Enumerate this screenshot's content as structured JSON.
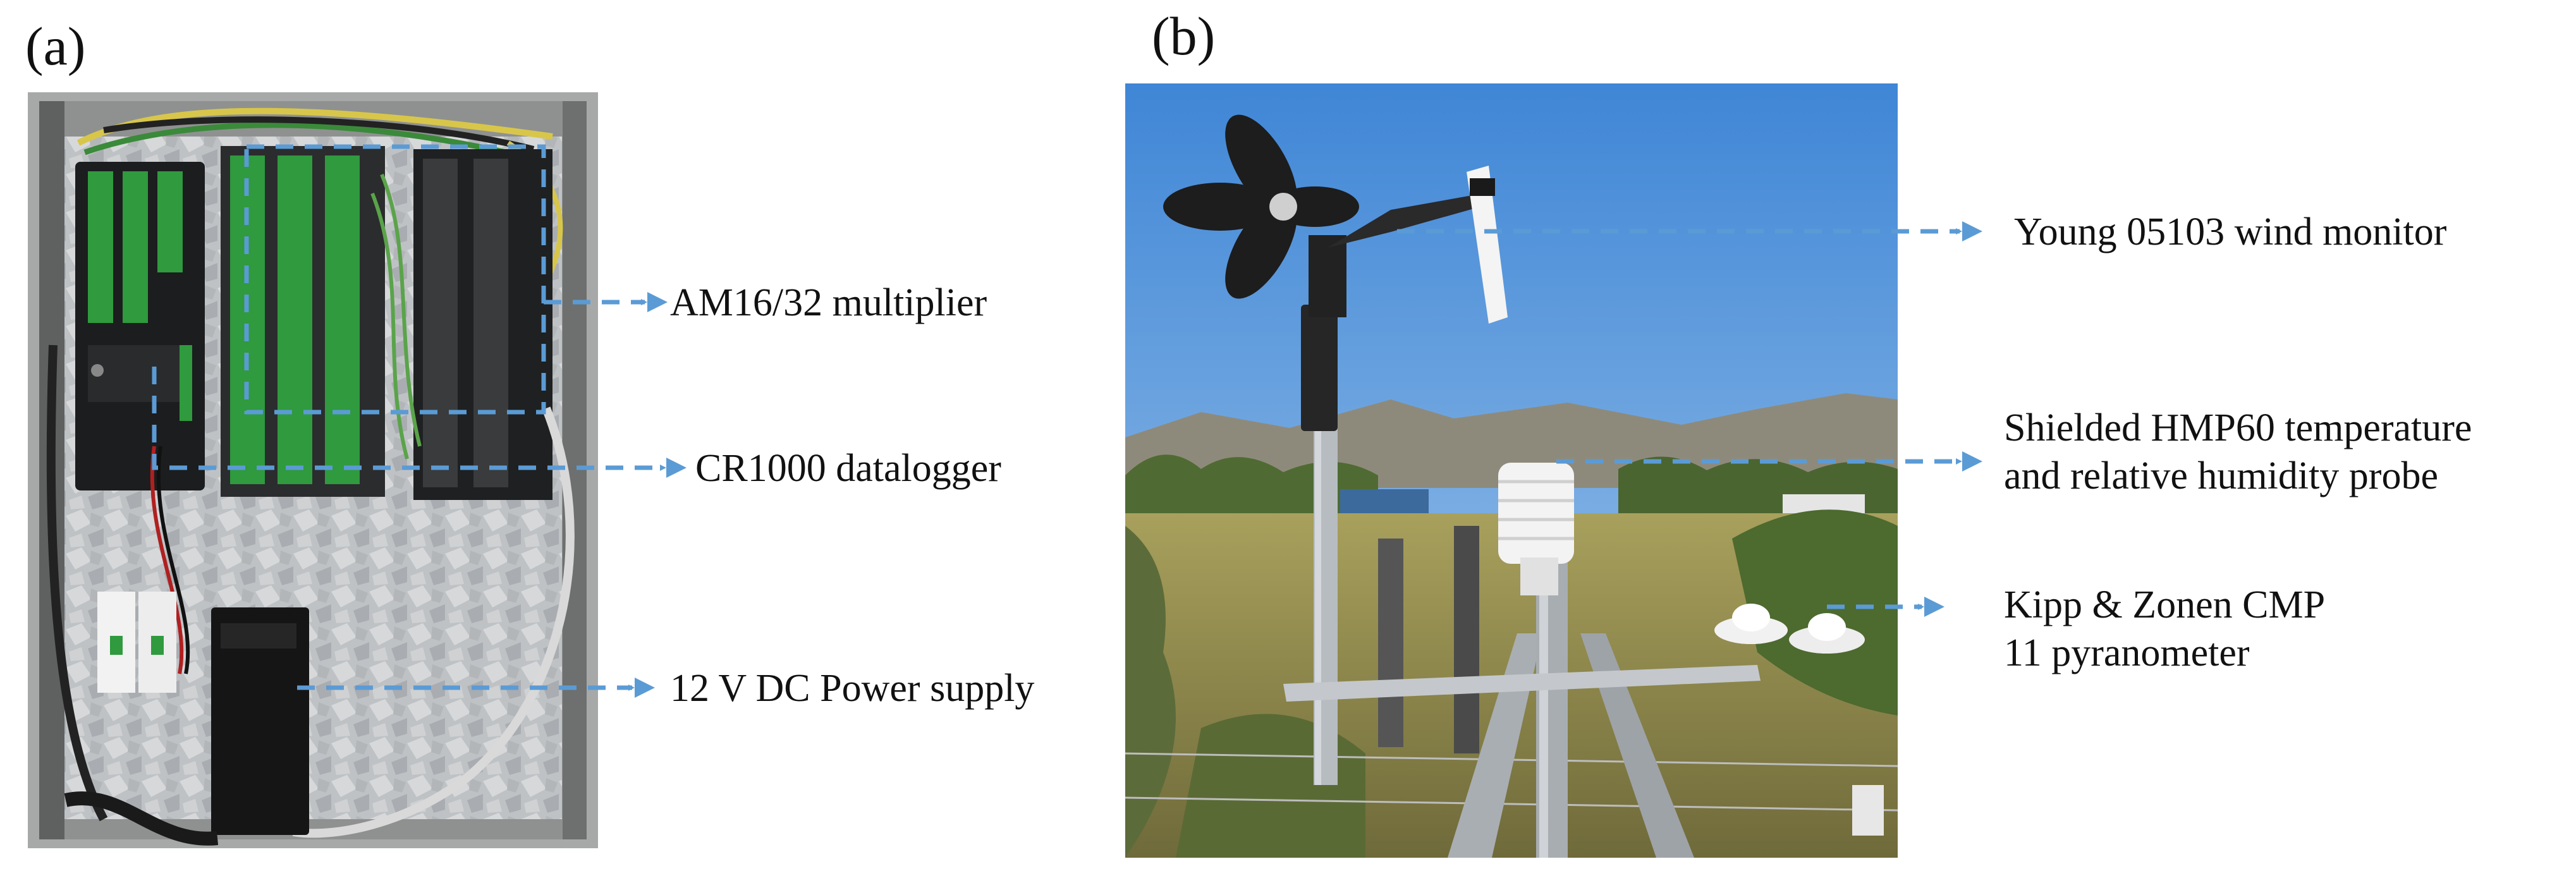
{
  "panels": {
    "a": {
      "tag": "(a)",
      "labels": {
        "multiplier": "AM16/32  multiplier",
        "datalogger": "CR1000  datalogger",
        "power": "12 V DC Power supply"
      }
    },
    "b": {
      "tag": "(b)",
      "labels": {
        "wind": "Young 05103  wind monitor",
        "hmp_line1": "Shielded HMP60  temperature",
        "hmp_line2": "and relative humidity probe",
        "pyr_line1": "Kipp & Zonen CMP",
        "pyr_line2": "11 pyranometer"
      }
    }
  },
  "colors": {
    "leader": "#5b9bd5",
    "sky_top": "#3f86d6",
    "sky_bottom": "#9cc4ea",
    "panel_metal": "#c9c9c9"
  }
}
